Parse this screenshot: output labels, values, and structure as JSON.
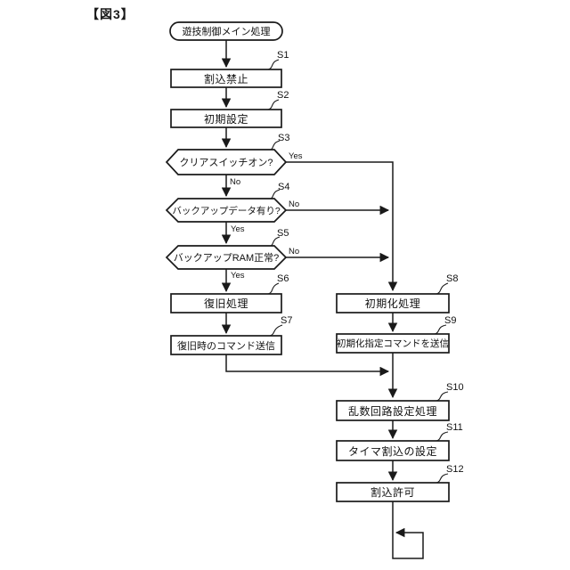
{
  "figure": {
    "label": "【図3】"
  },
  "colors": {
    "line": "#1a1a1a",
    "node_fill": "#ffffff",
    "background": "#ffffff"
  },
  "flowchart": {
    "start": {
      "label": "遊技制御メイン処理"
    },
    "steps": [
      {
        "id": "S1",
        "label": "割込禁止",
        "type": "process"
      },
      {
        "id": "S2",
        "label": "初期設定",
        "type": "process"
      },
      {
        "id": "S3",
        "label": "クリアスイッチオン?",
        "type": "decision",
        "branches": {
          "right": "Yes",
          "down": "No"
        }
      },
      {
        "id": "S4",
        "label": "バックアップデータ有り?",
        "type": "decision",
        "branches": {
          "right": "No",
          "down": "Yes"
        }
      },
      {
        "id": "S5",
        "label": "バックアップRAM正常?",
        "type": "decision",
        "branches": {
          "right": "No",
          "down": "Yes"
        }
      },
      {
        "id": "S6",
        "label": "復旧処理",
        "type": "process"
      },
      {
        "id": "S7",
        "label": "復旧時のコマンド送信",
        "type": "process"
      },
      {
        "id": "S8",
        "label": "初期化処理",
        "type": "process"
      },
      {
        "id": "S9",
        "label": "初期化指定コマンドを送信",
        "type": "process"
      },
      {
        "id": "S10",
        "label": "乱数回路設定処理",
        "type": "process"
      },
      {
        "id": "S11",
        "label": "タイマ割込の設定",
        "type": "process"
      },
      {
        "id": "S12",
        "label": "割込許可",
        "type": "process"
      }
    ]
  }
}
